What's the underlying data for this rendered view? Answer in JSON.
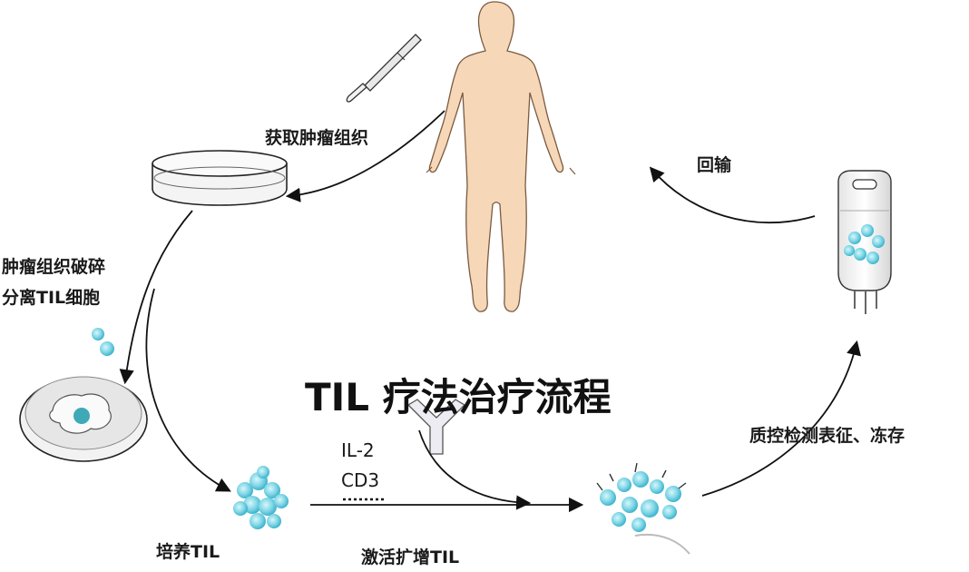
{
  "title": "TIL 疗法治疗流程",
  "steps": {
    "harvest": "获取肿瘤组织",
    "fragment_line1": "肿瘤组织破碎",
    "fragment_line2": "分离TIL细胞",
    "culture": "培养TIL",
    "activate": "激活扩增TIL",
    "qc": "质控检测表征、冻存",
    "reinfuse": "回输"
  },
  "reagents": {
    "il2": "IL-2",
    "cd3": "CD3"
  },
  "colors": {
    "skin": "#f6d7b8",
    "skin_outline": "#7a5a40",
    "cell": "#5cc8dc",
    "cell_light": "#a8e6f0",
    "arrow": "#111111"
  },
  "icons": [
    "scalpel-icon",
    "human-body-icon",
    "petri-dish-icon",
    "tumor-dish-icon",
    "cell-cluster-icon",
    "antibody-icon",
    "infusion-bag-icon"
  ]
}
